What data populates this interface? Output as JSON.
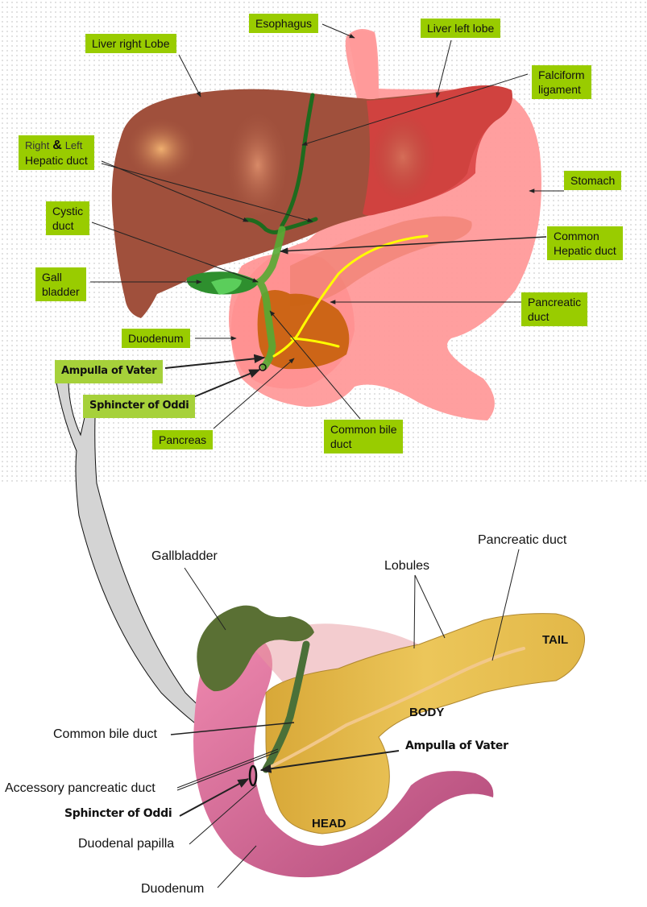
{
  "upper_diagram": {
    "labels": {
      "esophagus": "Esophagus",
      "liver_right_lobe": "Liver right Lobe",
      "liver_left_lobe": "Liver left lobe",
      "falciform_line1": "Falciform",
      "falciform_line2": "ligament",
      "hepatic_right": "Right",
      "hepatic_amp": "&",
      "hepatic_left": "Left",
      "hepatic_line2": "Hepatic duct",
      "stomach": "Stomach",
      "cystic_line1": "Cystic",
      "cystic_line2": "duct",
      "common_hepatic_line1": "Common",
      "common_hepatic_line2": "Hepatic duct",
      "gall_line1": "Gall",
      "gall_line2": "bladder",
      "pancreatic_line1": "Pancreatic",
      "pancreatic_line2": "duct",
      "duodenum": "Duodenum",
      "ampulla": "Ampulla of Vater",
      "sphincter": "Sphincter of Oddi",
      "common_bile_line1": "Common bile",
      "common_bile_line2": "duct",
      "pancreas": "Pancreas"
    },
    "colors": {
      "label_bg": "#99cc00",
      "liver": "#a0503c",
      "stomach": "#ff9a9a",
      "bile_duct": "#1e6b1e",
      "pancreatic_duct": "#ffff00",
      "pancreas_head": "#c8600a"
    }
  },
  "lower_diagram": {
    "labels": {
      "gallbladder": "Gallbladder",
      "lobules": "Lobules",
      "pancreatic_duct": "Pancreatic duct",
      "tail": "TAIL",
      "body": "BODY",
      "head": "HEAD",
      "common_bile_duct": "Common bile duct",
      "ampulla": "Ampulla of Vater",
      "accessory_pancreatic_duct": "Accessory pancreatic duct",
      "sphincter": "Sphincter of Oddi",
      "duodenal_papilla": "Duodenal papilla",
      "duodenum": "Duodenum"
    },
    "colors": {
      "pancreas": "#e8c050",
      "duodenum": "#e06a9a",
      "gallbladder": "#5a7034",
      "connector_arrow": "#d4d4d4"
    }
  }
}
